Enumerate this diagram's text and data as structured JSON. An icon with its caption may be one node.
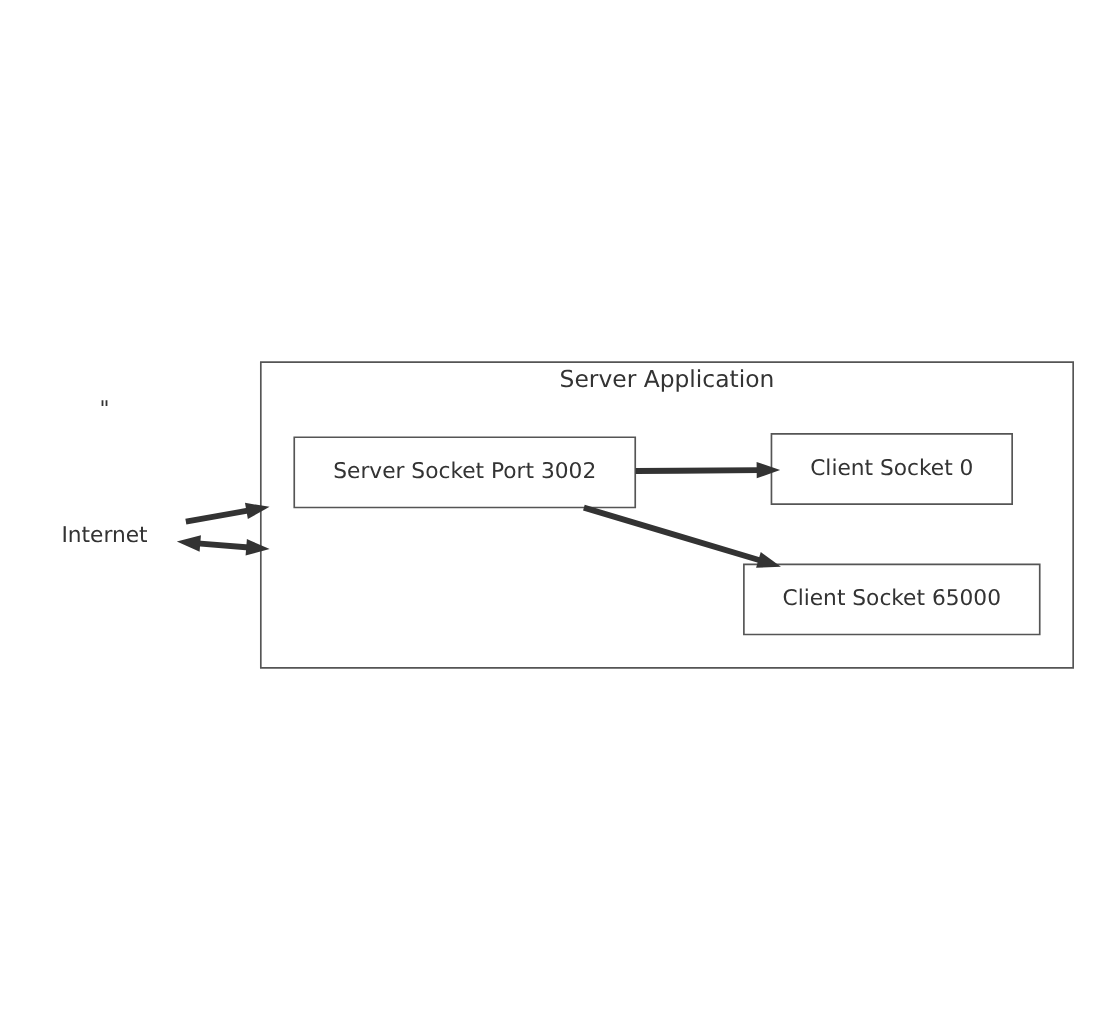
{
  "diagram": {
    "nodes": [
      {
        "text": [
          "Server Application"
        ]
      },
      {
        "text": [
          "Server Socket Port 3002"
        ],
        "in": 0
      },
      {
        "text": [
          "Client Socket 0"
        ],
        "in": 0
      },
      {
        "text": [
          "Client Socket 65000"
        ],
        "in": 0
      },
      {
        "text": [
          "Internet"
        ]
      }
    ],
    "edges": [
      {
        "from": 4,
        "to": 0,
        "arrow": "to"
      },
      {
        "from": 4,
        "to": 0,
        "arrow": "both"
      },
      {
        "from": 1,
        "to": 2,
        "arrow": "to"
      },
      {
        "from": 1,
        "to": 3,
        "arrow": "to"
      }
    ],
    "labels": [
      "\""
    ]
  }
}
